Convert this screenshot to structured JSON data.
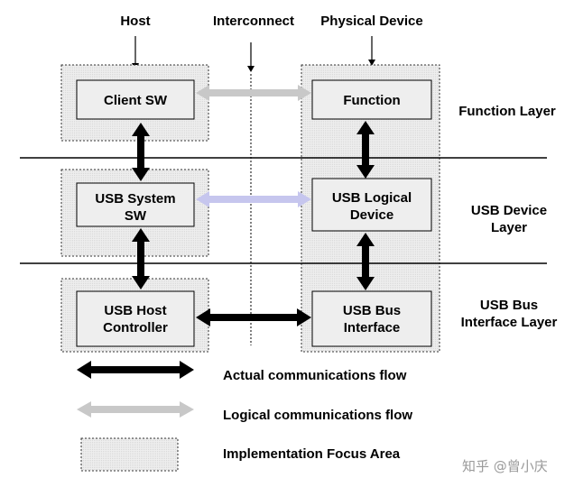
{
  "columns": {
    "host": "Host",
    "interconnect": "Interconnect",
    "physical_device": "Physical Device"
  },
  "boxes": {
    "client_sw": [
      "Client SW"
    ],
    "usb_system_sw": [
      "USB System",
      "SW"
    ],
    "usb_host_controller": [
      "USB Host",
      "Controller"
    ],
    "function": [
      "Function"
    ],
    "usb_logical_device": [
      "USB Logical",
      "Device"
    ],
    "usb_bus_interface": [
      "USB Bus",
      "Interface"
    ]
  },
  "layers": {
    "function_layer": [
      "Function Layer"
    ],
    "usb_device_layer": [
      "USB Device",
      "Layer"
    ],
    "usb_bus_interface_layer": [
      "USB Bus",
      "Interface Layer"
    ]
  },
  "legend": {
    "actual": "Actual communications flow",
    "logical": "Logical communications flow",
    "focus": "Implementation Focus Area"
  },
  "watermark": "知乎 @曾小庆",
  "colors": {
    "actual_arrow": "#000000",
    "logical_arrow_host_device": "#c8c8c8",
    "logical_arrow_system_device": "#c6c6ee",
    "box_fill": "#eeeeee",
    "focus_fill": "#eeeeee"
  }
}
